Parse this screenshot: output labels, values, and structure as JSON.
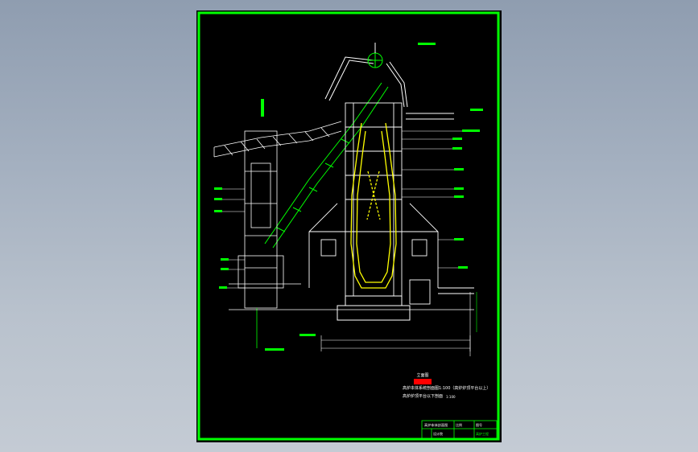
{
  "drawing": {
    "title_red_box": "立面图",
    "caption_line1": "高炉本体系统剖面图1:100（高炉炉顶平台以上）",
    "caption_line2": "高炉炉顶平台以下剖面",
    "caption_scale": "1:100"
  },
  "title_block": {
    "name": "高炉本体剖面图",
    "drawing_no": "比例",
    "sheet": "图号",
    "company": "设计院",
    "project": "高炉工程"
  },
  "colors": {
    "background": "#000000",
    "frame": "#00ff00",
    "linework": "#ffffff",
    "highlight": "#ffff00",
    "callouts": "#00ff00",
    "accent": "#ff0000"
  }
}
